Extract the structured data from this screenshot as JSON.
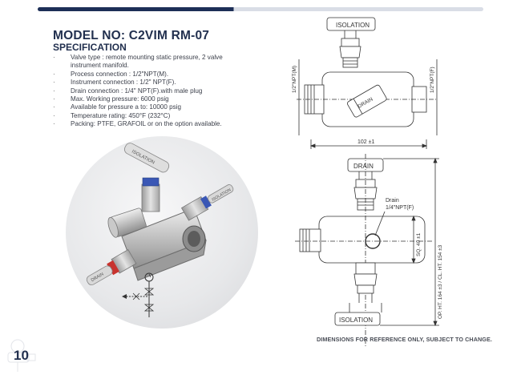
{
  "header": {
    "title": "MODEL NO: C2VIM RM-07",
    "subtitle": "SPECIFICATION"
  },
  "specs": [
    "Valve type : remote mounting static pressure, 2 valve instrument manifold.",
    "Process connection : 1/2\"NPT(M).",
    "Instrument connection : 1/2\" NPT(F).",
    "Drain connection : 1/4\" NPT(F).with male plug",
    "Max. Working pressure: 6000 psig",
    "Available for pressure a to: 10000 psig",
    "Temperature rating: 450°F (232°C)",
    "Packing: PTFE, GRAFOIL or on the option available."
  ],
  "product_image": {
    "isolation_label": "ISOLATION",
    "drain_label": "DRAIN"
  },
  "drawing": {
    "isolation_top": "ISOLATION",
    "dim_left": "1/2\"NPT(M)",
    "dim_right": "1/2\"NPT(F)",
    "body_drain": "DRAIN",
    "width_dim": "102 ±1",
    "drain_top": "DRAIN",
    "drain_note_1": "Drain",
    "drain_note_2": "1/4\"NPT(F)",
    "sq_dim": "SQ. 40 ±1",
    "height_dim": "OP. HT. 164 ±3 / CL. HT. 154 ±3",
    "isolation_bottom": "ISOLATION"
  },
  "footer": {
    "disclaimer": "DIMENSIONS FOR REFERENCE ONLY, SUBJECT TO CHANGE.",
    "page_number": "10"
  },
  "colors": {
    "navy": "#22304f",
    "blue_accent": "#3a57b5",
    "red_accent": "#c8332e"
  }
}
